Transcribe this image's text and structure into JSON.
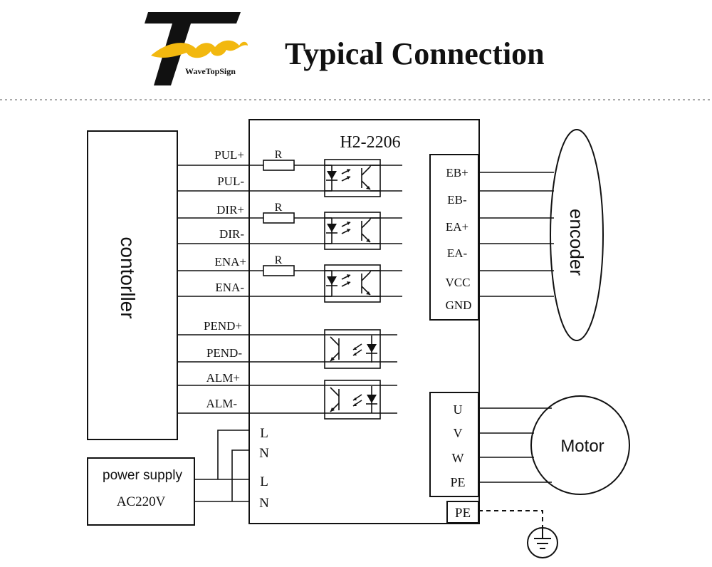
{
  "header": {
    "brand": "WaveTopSign",
    "title": "Typical Connection"
  },
  "controller": {
    "label": "contorller"
  },
  "driver": {
    "model": "H2-2206",
    "signals": [
      "PUL+",
      "PUL-",
      "DIR+",
      "DIR-",
      "ENA+",
      "ENA-",
      "PEND+",
      "PEND-",
      "ALM+",
      "ALM-"
    ],
    "resistor_label": "R",
    "power_terminals": [
      "L",
      "N",
      "L",
      "N"
    ],
    "encoder_terminals": [
      "EB+",
      "EB-",
      "EA+",
      "EA-",
      "VCC",
      "GND"
    ],
    "motor_terminals": [
      "U",
      "V",
      "W",
      "PE"
    ],
    "pe_terminal": "PE"
  },
  "encoder": {
    "label": "encoder"
  },
  "motor": {
    "label": "Motor"
  },
  "power_supply": {
    "label": "power supply",
    "voltage": "AC220V"
  },
  "colors": {
    "ink": "#111111",
    "logo_yellow": "#f2b80f",
    "background": "#ffffff"
  }
}
